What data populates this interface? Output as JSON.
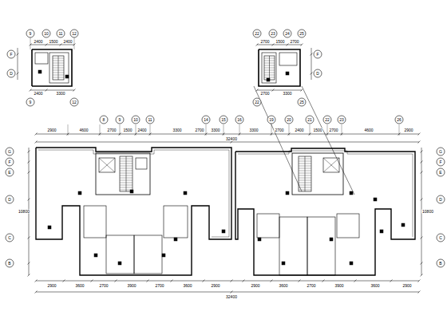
{
  "diagram": {
    "labels": [
      "9",
      "10",
      "11",
      "12",
      "2400",
      "1500",
      "2400",
      "F",
      "D",
      "2400",
      "3300",
      "9",
      "12",
      "22",
      "23",
      "24",
      "25",
      "2700",
      "1500",
      "2700",
      "F",
      "D",
      "2700",
      "3300",
      "22",
      "25",
      "8",
      "9",
      "10",
      "11",
      "14",
      "15",
      "16",
      "19",
      "20",
      "21",
      "22",
      "23",
      "26",
      "2900",
      "4600",
      "2700",
      "1500",
      "2400",
      "3300",
      "2700",
      "3300",
      "3300",
      "2700",
      "2400",
      "1500",
      "2700",
      "4600",
      "2900",
      "32400",
      "G",
      "F",
      "E",
      "D",
      "C",
      "B",
      "10800",
      "G",
      "F",
      "E",
      "D",
      "C",
      "B",
      "10800",
      "2900",
      "3600",
      "2700",
      "3900",
      "2700",
      "3600",
      "2900",
      "2900",
      "3600",
      "2700",
      "3900",
      "3600",
      "2900",
      "32400"
    ]
  }
}
